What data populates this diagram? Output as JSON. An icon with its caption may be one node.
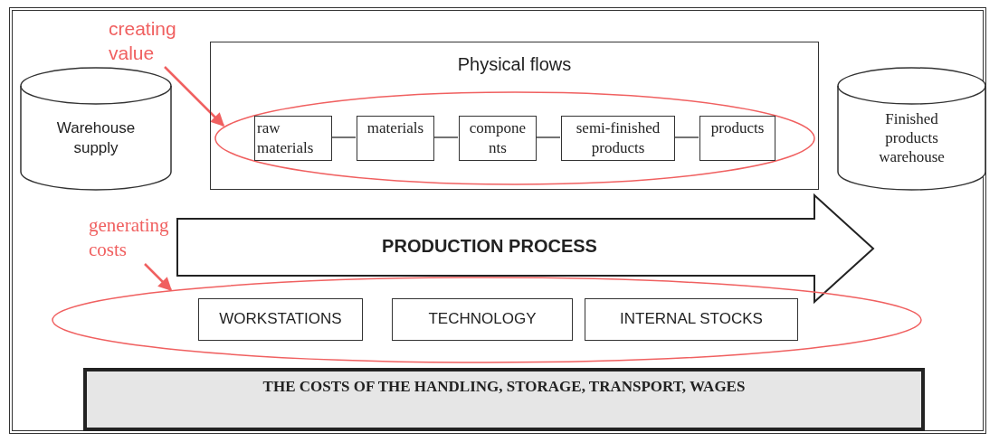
{
  "diagram": {
    "nodes": [
      {
        "text": [
          "Warehouse supply"
        ]
      },
      {
        "text": [
          "Physical flows"
        ]
      },
      {
        "text": [
          "raw materials"
        ],
        "in": 14
      },
      {
        "text": [
          "materials"
        ],
        "in": 14
      },
      {
        "text": [
          "compone nts"
        ],
        "in": 14
      },
      {
        "text": [
          "semi-finished products"
        ],
        "in": 14
      },
      {
        "text": [
          "products"
        ],
        "in": 14
      },
      {
        "text": [
          "Finished products warehouse"
        ]
      },
      {
        "text": [
          "PRODUCTION PROCESS"
        ]
      },
      {
        "text": [
          "WORKSTATIONS"
        ],
        "in": 16
      },
      {
        "text": [
          "TECHNOLOGY"
        ],
        "in": 16
      },
      {
        "text": [
          "INTERNAL STOCKS"
        ],
        "in": 16
      },
      {
        "text": [
          "THE COSTS OF THE HANDLING, STORAGE, TRANSPORT, WAGES"
        ]
      },
      {
        "text": [
          "creating value"
        ]
      },
      {
        "text": [],
        "shape": "ellipse",
        "in": 1
      },
      {
        "text": [
          "generating costs"
        ]
      },
      {
        "text": [],
        "shape": "ellipse"
      }
    ],
    "edges": [
      {
        "from": 2,
        "to": 3,
        "arrow": "none"
      },
      {
        "from": 3,
        "to": 4,
        "arrow": "none"
      },
      {
        "from": 4,
        "to": 5,
        "arrow": "none"
      },
      {
        "from": 5,
        "to": 6,
        "arrow": "none"
      },
      {
        "from": 13,
        "to": 14,
        "arrow": "to",
        "color": "#f06060"
      },
      {
        "from": 15,
        "to": 16,
        "arrow": "to",
        "color": "#f06060"
      }
    ]
  }
}
